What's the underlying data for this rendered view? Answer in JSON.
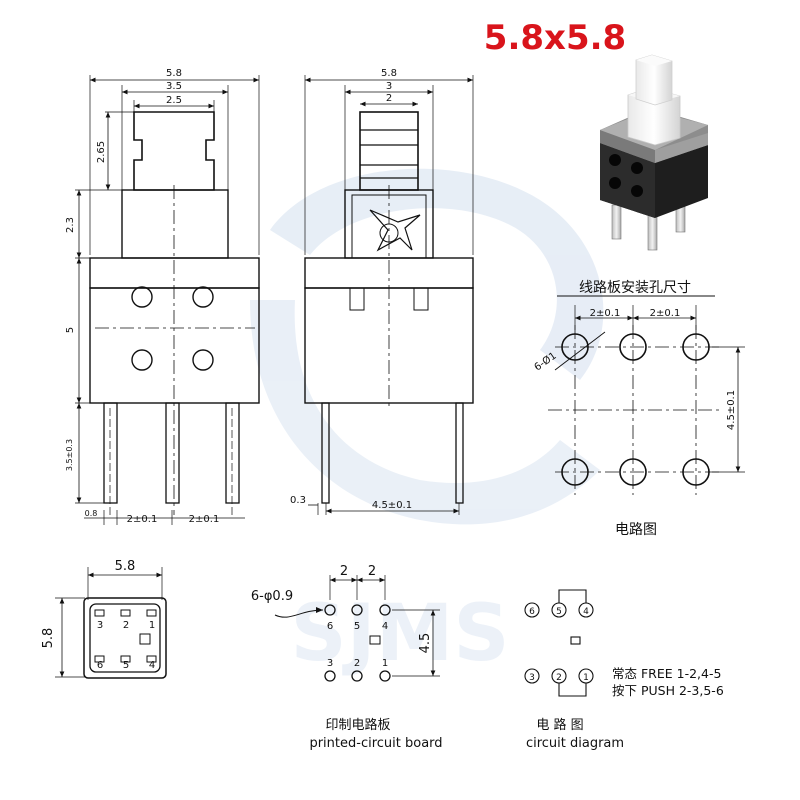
{
  "title": "5.8x5.8",
  "watermark": "SJMS",
  "colors": {
    "title": "#d9141b",
    "line": "#111111",
    "watermark": "#e3ebf5"
  },
  "front_view": {
    "dim_width": "5.8",
    "dim_mid": "3.5",
    "dim_top": "2.5",
    "dim_cap_height": "2.65",
    "dim_upper": "2.3",
    "dim_body": "5",
    "dim_pin_length": "3.5±0.3",
    "dim_pin_offset": "0.8",
    "dim_pitch_1": "2±0.1",
    "dim_pitch_2": "2±0.1"
  },
  "side_view": {
    "dim_width": "5.8",
    "dim_mid": "3",
    "dim_top": "2",
    "dim_pin_thickness": "0.3",
    "dim_pin_span": "4.5±0.1"
  },
  "mounting_holes": {
    "title": "线路板安装孔尺寸",
    "dim_pitch_1": "2±0.1",
    "dim_pitch_2": "2±0.1",
    "dim_hole": "6-Ø1",
    "dim_row_span": "4.5±0.1",
    "caption": "电路图"
  },
  "top_view": {
    "dim_width": "5.8",
    "dim_height": "5.8",
    "pins_top": [
      "3",
      "2",
      "1"
    ],
    "pins_bottom": [
      "6",
      "5",
      "4"
    ]
  },
  "pcb": {
    "dim_pitch_1": "2",
    "dim_pitch_2": "2",
    "dim_holes": "6-φ0.9",
    "dim_row_span": "4.5",
    "pins_top": [
      "6",
      "5",
      "4"
    ],
    "pins_bottom": [
      "3",
      "2",
      "1"
    ],
    "caption_cn": "印制电路板",
    "caption_en": "printed-circuit board"
  },
  "circuit": {
    "pins_top": [
      "6",
      "5",
      "4"
    ],
    "pins_bottom": [
      "3",
      "2",
      "1"
    ],
    "free_label": "常态 FREE 1-2,4-5",
    "push_label": "按下 PUSH 2-3,5-6",
    "caption_cn": "电 路 图",
    "caption_en": "circuit diagram"
  },
  "product_photo": {
    "icon": "tactile-switch-photo"
  }
}
